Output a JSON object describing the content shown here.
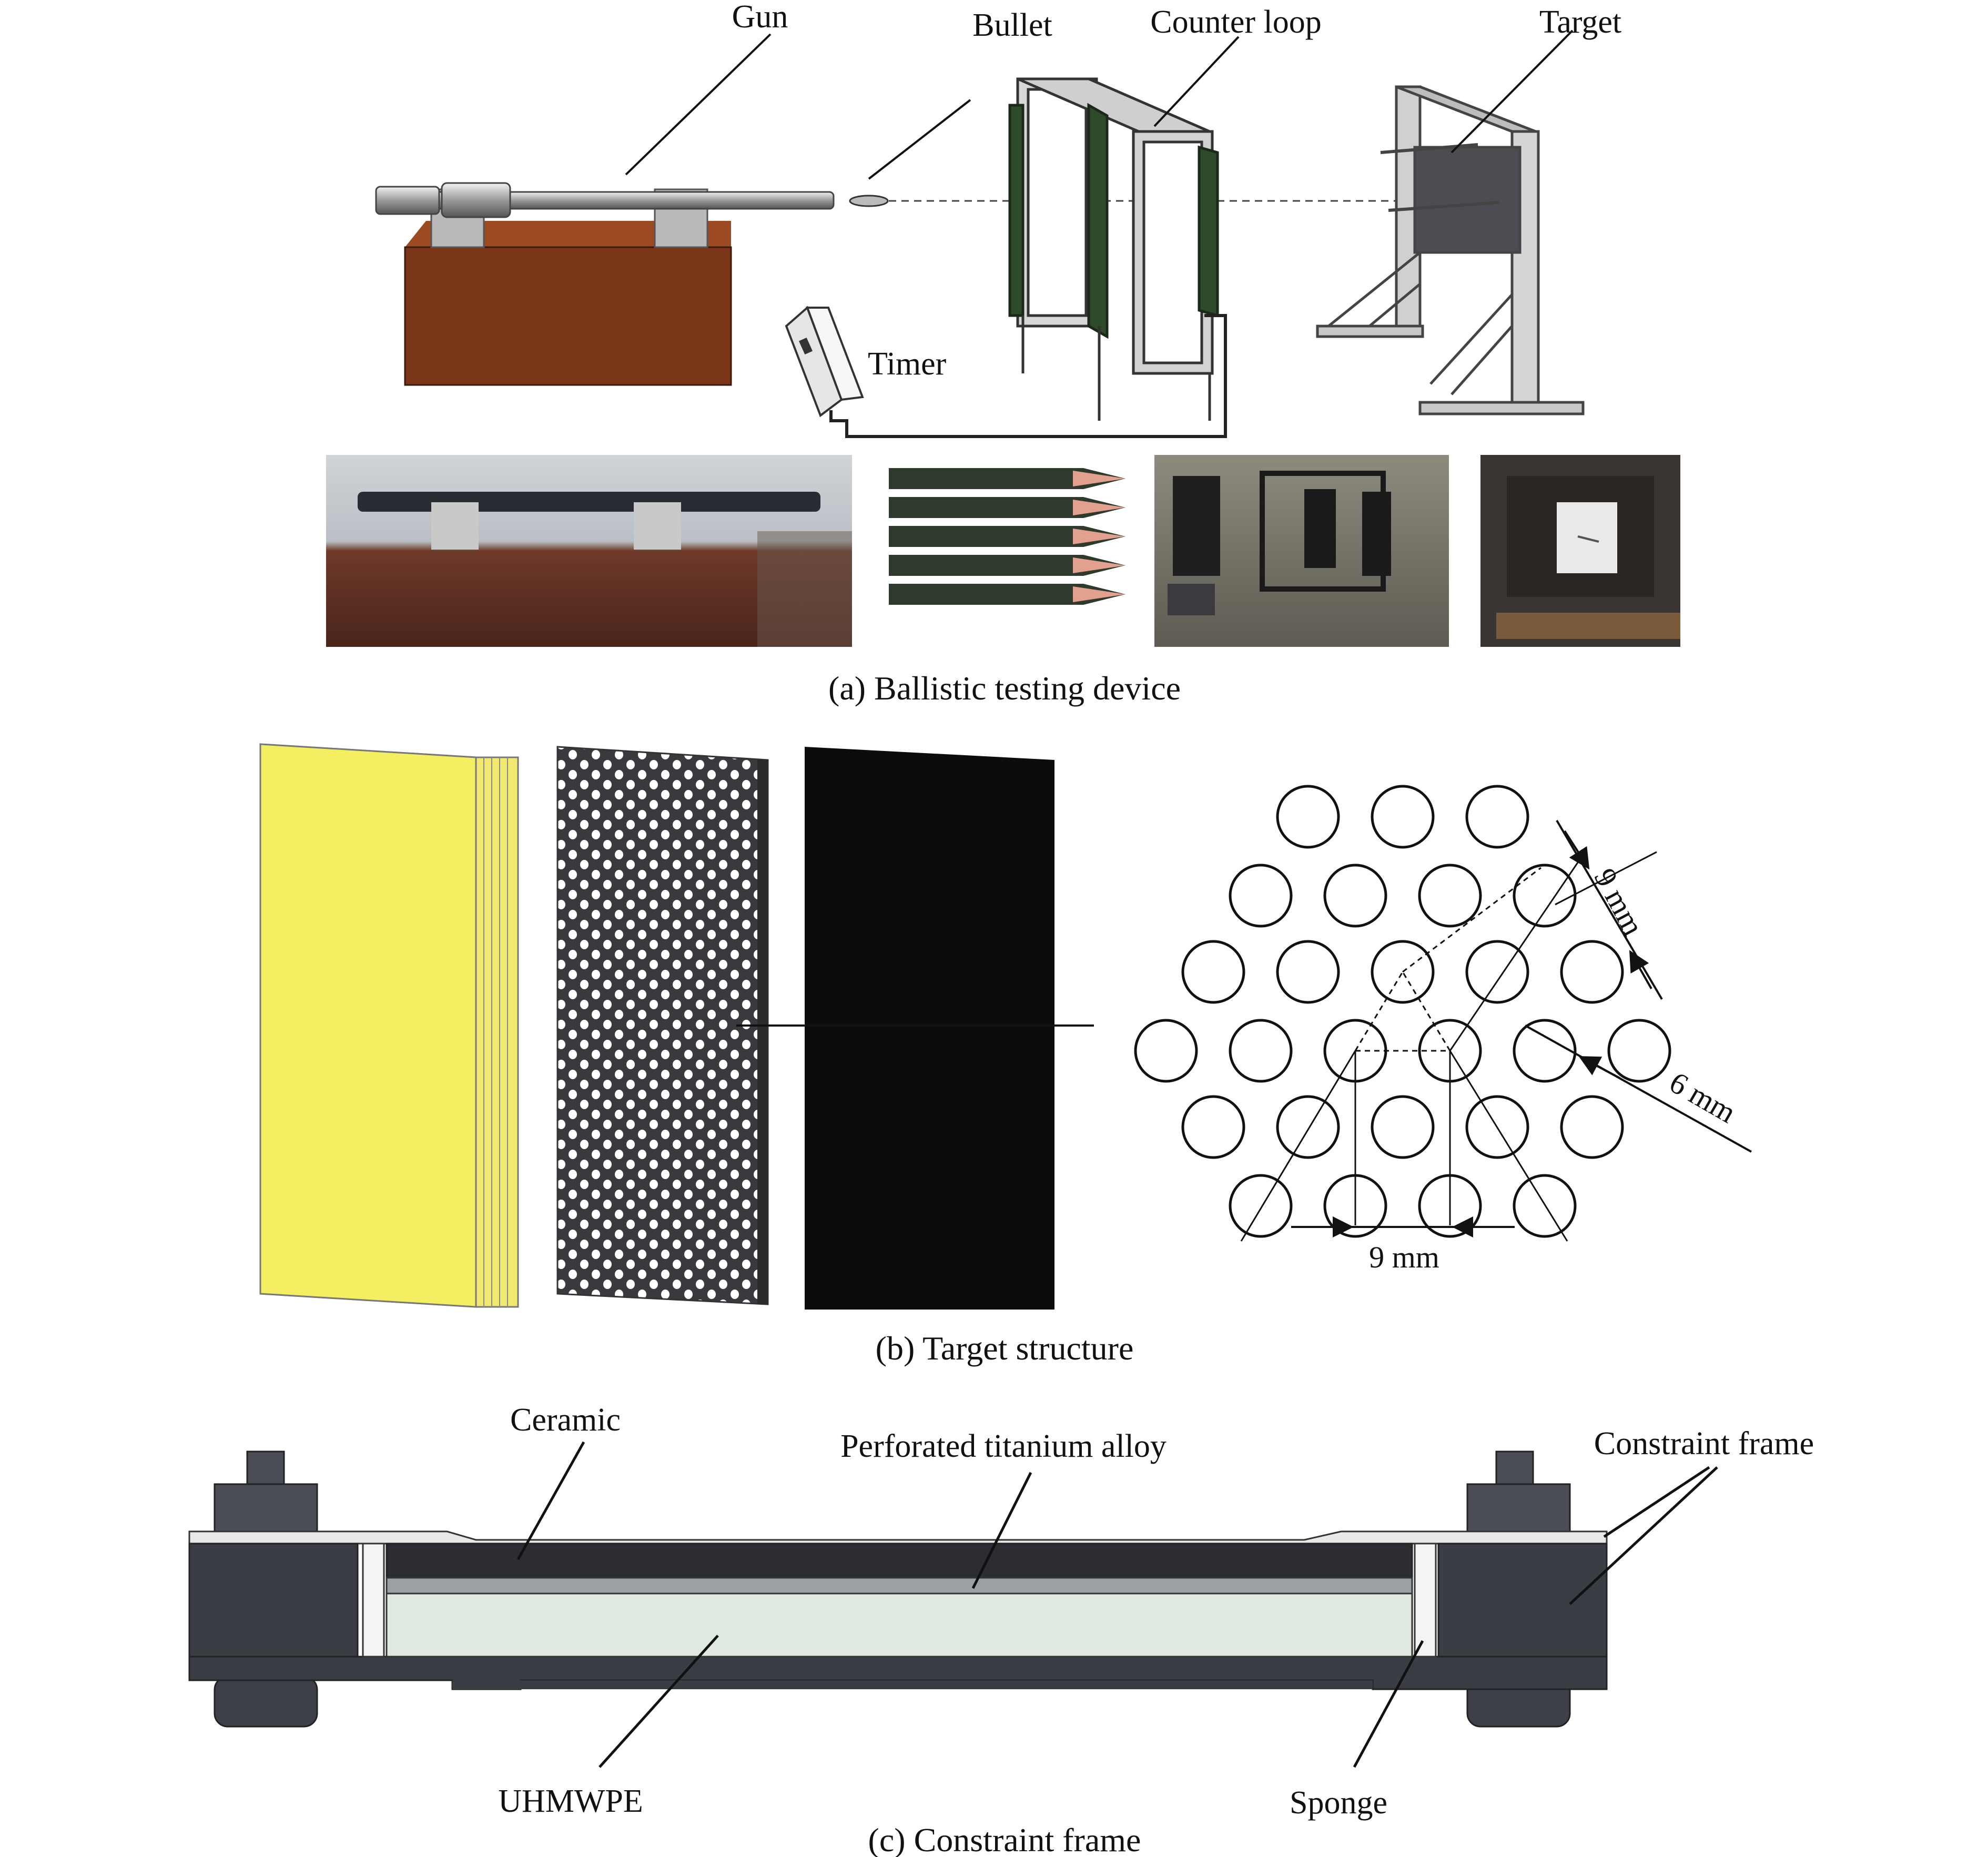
{
  "panel_a": {
    "labels": {
      "gun": "Gun",
      "bullet": "Bullet",
      "counter_loop": "Counter loop",
      "target": "Target",
      "timer": "Timer"
    },
    "caption": "(a) Ballistic testing device"
  },
  "panel_b": {
    "dimensions": {
      "pitch_diagonal": "9 mm",
      "hole_diameter": "6 mm",
      "pitch_horizontal": "9 mm"
    },
    "caption": "(b) Target structure"
  },
  "panel_c": {
    "labels": {
      "ceramic": "Ceramic",
      "titanium": "Perforated titanium alloy",
      "constraint_frame": "Constraint frame",
      "uhmwpe": "UHMWPE",
      "sponge": "Sponge"
    },
    "caption": "(c) Constraint frame"
  },
  "colors": {
    "ceramic_yellow": "#f4ee62",
    "gun_base": "#7a3518",
    "frame_dark": "#3a3d44",
    "uhmwpe_green": "#dfe9e0"
  }
}
